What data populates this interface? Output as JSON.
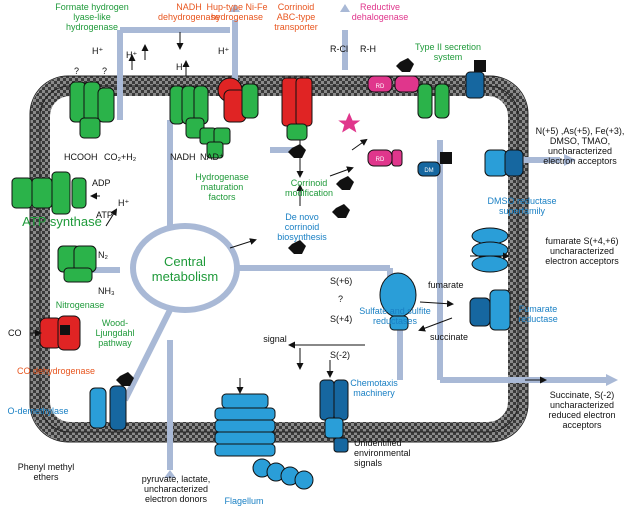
{
  "labels": {
    "formate_hydrogenase": "Formate hydrogen\nlyase-like\nhydrogenase",
    "nadh_dehydrogenase": "NADH\ndehydrogenase",
    "huptype_hydrogenase": "Hup-type Ni-Fe\nhydrogenase",
    "corrinoid_abc": "Corrinoid\nABC-type\ntransporter",
    "reductive_dehalogenase": "Reductive\ndehalogenase",
    "type2_secretion": "Type II secretion\nsystem",
    "hydrogenase_maturation": "Hydrogenase\nmaturation\nfactors",
    "corrinoid_modification": "Corrinoid\nmodification",
    "de_novo_corrinoid": "De novo\ncorrinoid\nbiosynthesis",
    "atp_synthase": "ATP synthase",
    "central_metabolism": "Central\nmetabolism",
    "nitrogenase": "Nitrogenase",
    "wood_ljungdahl": "Wood-\nLjungdahl\npathway",
    "co_dehydrogenase": "CO dehydrogenase",
    "o_demethylase": "O-demethylase",
    "flagellum": "Flagellum",
    "chemotaxis": "Chemotaxis\nmachinery",
    "sulfate_sulfite": "Sulfate and sulfite\nreductases",
    "fumarate_reductase": "Fumarate\nreductase",
    "dmso_superfamily": "DMSO reductase\nsuperfamily",
    "unidentified_signals": "Unidentified\nenvironmental\nsignals",
    "signal": "signal",
    "phenyl_methyl_ethers": "Phenyl methyl\nethers",
    "electron_donors": "pyruvate, lactate,\nuncharacterized\nelectron donors",
    "acceptors_n_as_fe": "N(+5) ,As(+5), Fe(+3),\nDMSO, TMAO,\nuncharacterized\nelectron acceptors",
    "acceptors_fumarate": "fumarate S(+4,+6)\nuncharacterized\nelectron acceptors",
    "reduced_acceptors": "Succinate, S(-2)\nuncharacterized\nreduced electron\nacceptors",
    "hcooh": "HCOOH",
    "co2_h2": "CO₂+H₂",
    "nadh": "NADH",
    "nad": "NAD⁺",
    "h_plus": "H⁺",
    "adp": "ADP",
    "atp": "ATP",
    "n2": "N₂",
    "nh3": "NH₃",
    "co": "CO",
    "rcl": "R-Cl",
    "rh": "R-H",
    "q": "?",
    "s6": "S(+6)",
    "s4": "S(+4)",
    "sm2": "S(-2)",
    "fumarate_small": "fumarate",
    "succinate_small": "succinate",
    "rd": "RD",
    "dm": "DM"
  },
  "colors": {
    "green": "#2bb34a",
    "green_dark": "#17802e",
    "red": "#e02424",
    "pink": "#e0368c",
    "blue": "#2a9ed8",
    "blue_dark": "#1667a0",
    "membrane": "#444444",
    "arrow": "#a9b9d6"
  }
}
